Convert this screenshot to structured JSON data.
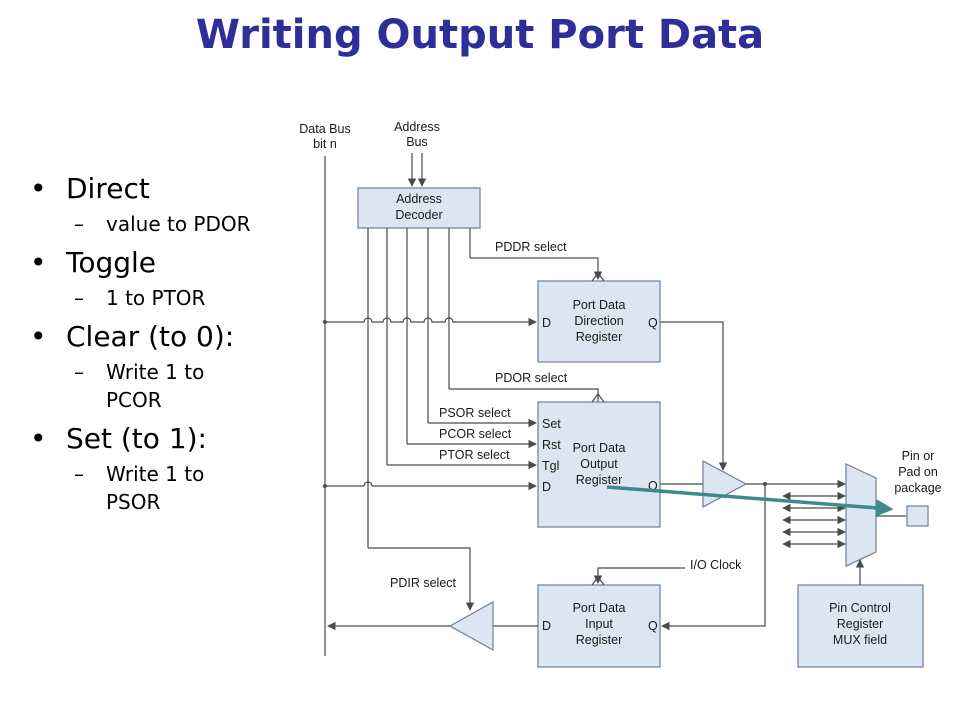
{
  "slide": {
    "title": "Writing Output Port Data",
    "bullets": [
      {
        "label": "Direct",
        "sub": [
          "value to PDOR"
        ]
      },
      {
        "label": "Toggle",
        "sub": [
          "1 to PTOR"
        ]
      },
      {
        "label": "Clear (to 0):",
        "sub": [
          "Write 1 to",
          "PCOR"
        ]
      },
      {
        "label": "Set (to 1):",
        "sub": [
          "Write 1 to",
          "PSOR"
        ]
      }
    ]
  },
  "diagram": {
    "data_bus": [
      "Data Bus",
      "bit n"
    ],
    "address_bus": [
      "Address",
      "Bus"
    ],
    "address_decoder": [
      "Address",
      "Decoder"
    ],
    "pddr_select": "PDDR select",
    "pdor_select": "PDOR select",
    "psor_select": "PSOR select",
    "pcor_select": "PCOR select",
    "ptor_select": "PTOR select",
    "pdir_select": "PDIR select",
    "io_clock": "I/O Clock",
    "pddr_reg": {
      "lines": [
        "Port Data",
        "Direction",
        "Register"
      ],
      "d": "D",
      "q": "Q"
    },
    "pdor_reg": {
      "lines": [
        "Port Data",
        "Output",
        "Register"
      ],
      "set": "Set",
      "rst": "Rst",
      "tgl": "Tgl",
      "d": "D",
      "q": "Q"
    },
    "pdir_reg": {
      "lines": [
        "Port Data",
        "Input",
        "Register"
      ],
      "d": "D",
      "q": "Q"
    },
    "pin_label": [
      "Pin or",
      "Pad on",
      "package"
    ],
    "pcr": [
      "Pin Control",
      "Register",
      "MUX field"
    ],
    "colors": {
      "title": "#2E2E9A",
      "box_fill": "#DCE6F2",
      "arrow": "#3C8A8C"
    }
  }
}
